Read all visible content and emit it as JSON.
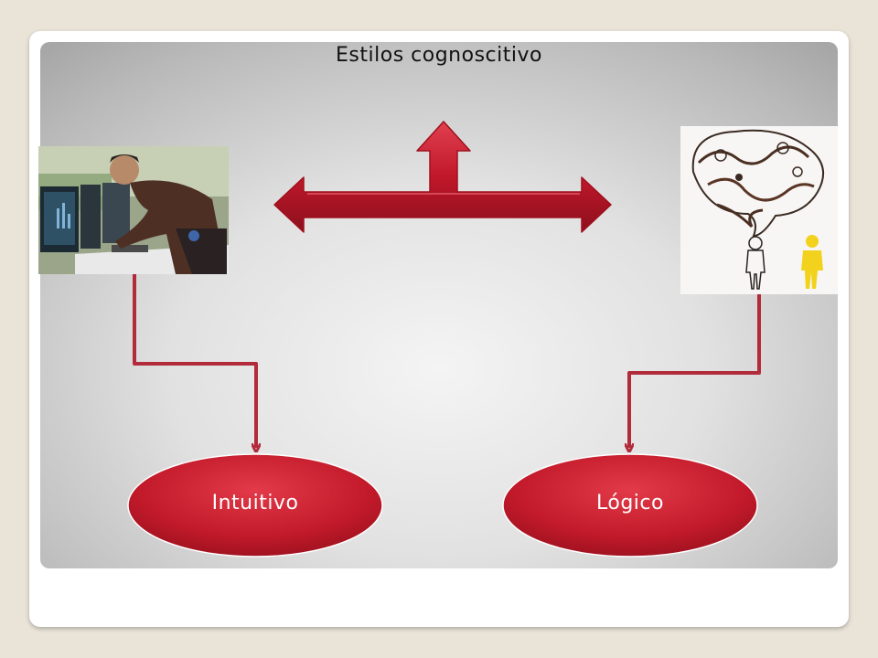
{
  "slide": {
    "title": "Estilos cognoscitivo"
  },
  "nodes": {
    "left": {
      "label": "Intuitivo"
    },
    "right": {
      "label": "Lógico"
    }
  },
  "images": {
    "left": "photo of a man in a brown shirt leaning over a desk with computer monitors",
    "right": "line-art illustration of a thought bubble filled with abstract figures above a standing person and a yellow figure"
  },
  "colors": {
    "accent_red": "#c0182a",
    "connector_red": "#b22b3b",
    "frame": "#ffffff",
    "page_bg": "#e9e3d8"
  }
}
